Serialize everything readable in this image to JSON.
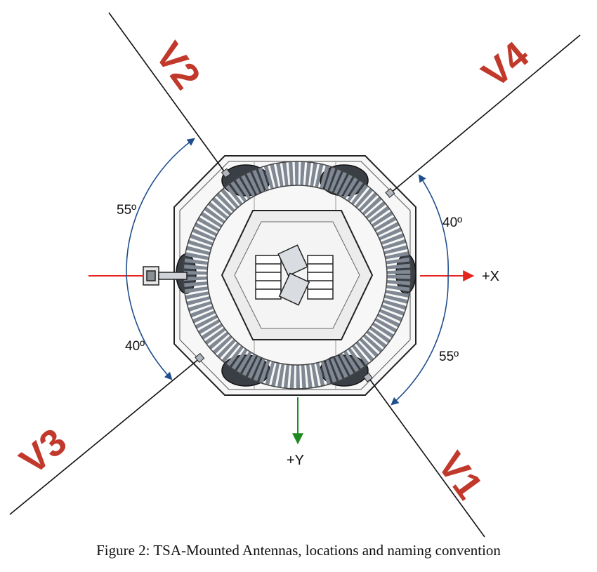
{
  "colors": {
    "antenna_label": "#c0392b",
    "x_axis": "#e52420",
    "y_axis": "#1e8a1e",
    "angle_arc": "#1f4e8c",
    "lines": "#111111",
    "metal": "#6f7680"
  },
  "antennas": [
    {
      "id": "V1",
      "label": "V1"
    },
    {
      "id": "V2",
      "label": "V2"
    },
    {
      "id": "V3",
      "label": "V3"
    },
    {
      "id": "V4",
      "label": "V4"
    }
  ],
  "angles": {
    "v2_to_x": "55º",
    "x_to_v3": "40º",
    "v4_to_x": "40º",
    "x_to_v1": "55º"
  },
  "axes": {
    "x_label": "+X",
    "y_label": "+Y"
  },
  "caption": "Figure 2: TSA-Mounted Antennas, locations and naming convention"
}
